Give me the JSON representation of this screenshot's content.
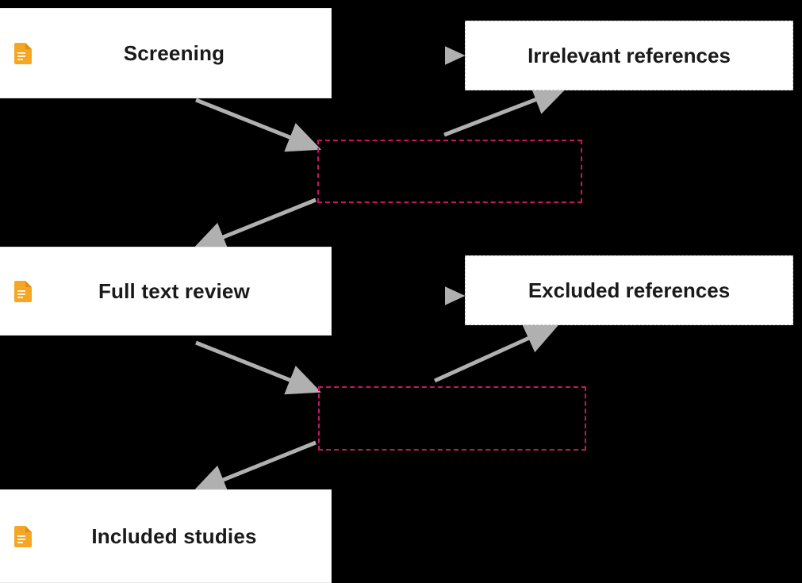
{
  "diagram": {
    "title": "PRISMA-style systematic review flow",
    "background_color": "#000000",
    "accent_dashed_color": "#c2185b",
    "arrow_color": "#b0b0b0",
    "icon_color": "#f5a623",
    "stages": [
      {
        "id": "screening",
        "label": "Screening",
        "icon": "document-icon"
      },
      {
        "id": "full-text-review",
        "label": "Full text review",
        "icon": "document-icon"
      },
      {
        "id": "included-studies",
        "label": "Included studies",
        "icon": "document-icon"
      }
    ],
    "outcomes": [
      {
        "id": "irrelevant-references",
        "label": "Irrelevant references"
      },
      {
        "id": "excluded-references",
        "label": "Excluded references"
      }
    ],
    "decision_boxes": [
      {
        "id": "decision-box-top",
        "label": ""
      },
      {
        "id": "decision-box-bottom",
        "label": ""
      }
    ]
  }
}
